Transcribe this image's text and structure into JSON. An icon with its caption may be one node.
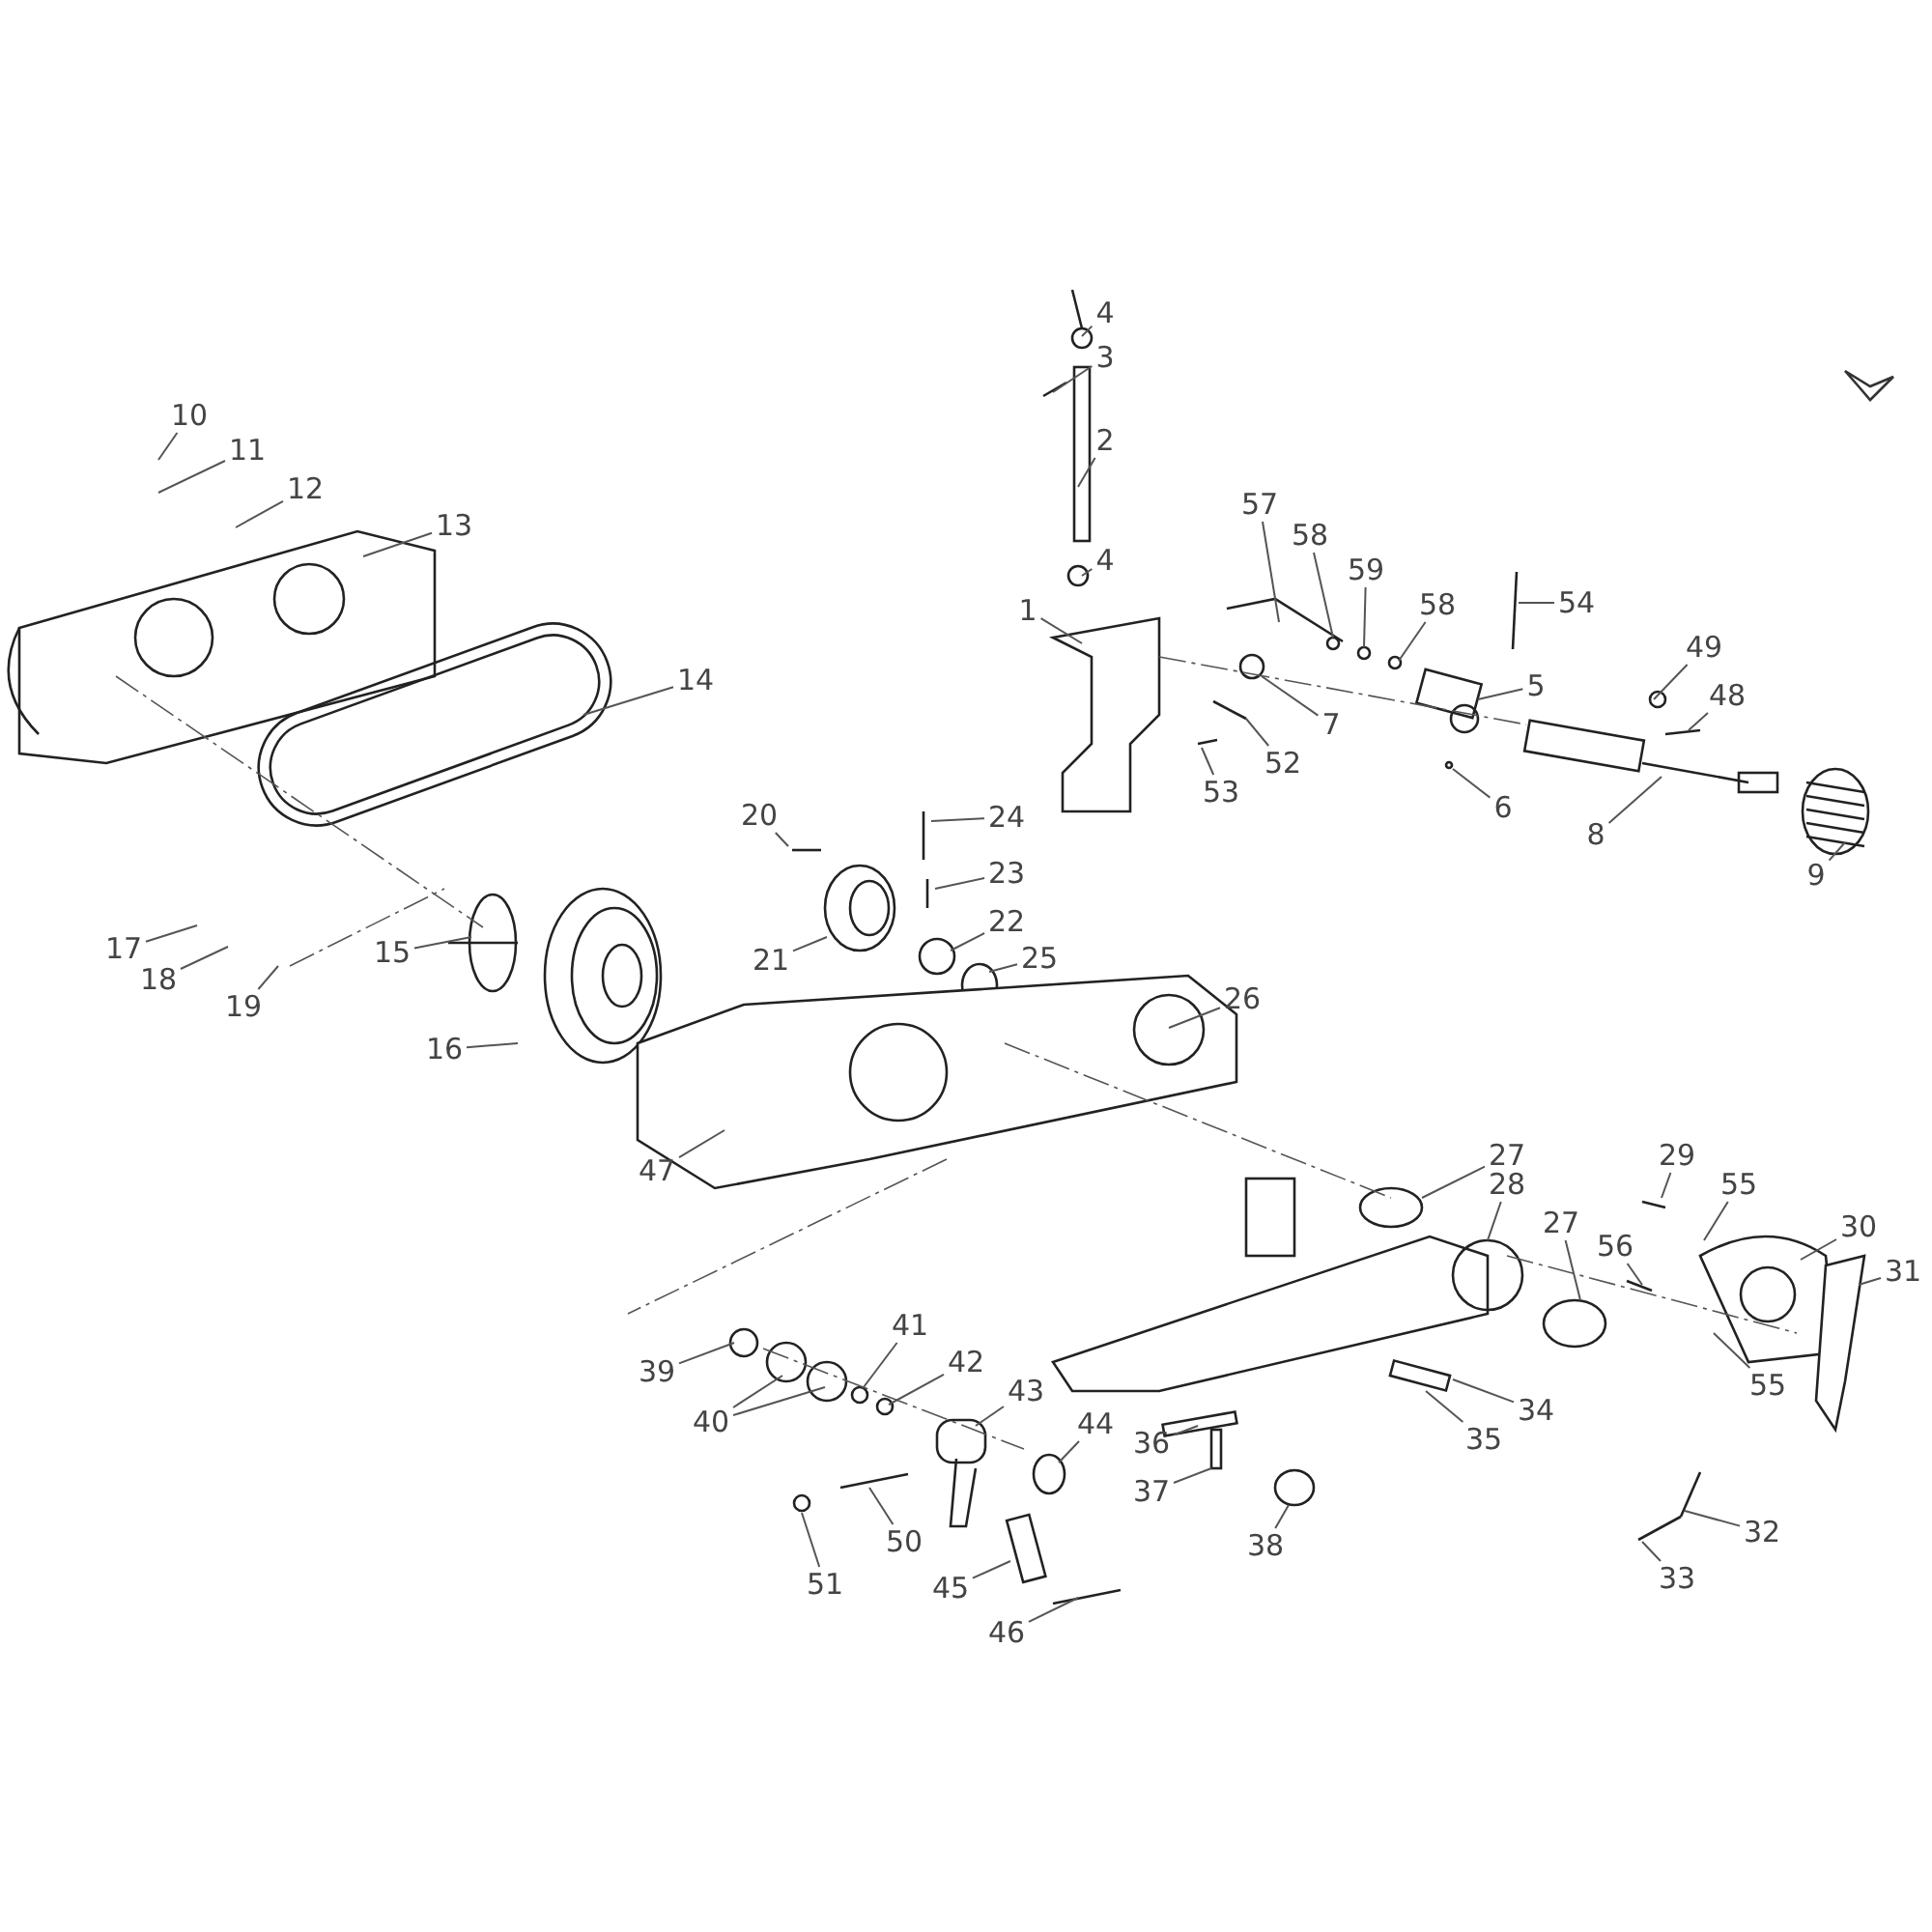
{
  "diagram": {
    "nodes": [
      {
        "text": [
          "4"
        ]
      },
      {
        "text": [
          "3"
        ]
      },
      {
        "text": [
          "2"
        ]
      },
      {
        "text": [
          "4"
        ]
      },
      {
        "text": [
          "10"
        ]
      },
      {
        "text": [
          "11"
        ]
      },
      {
        "text": [
          "12"
        ]
      },
      {
        "text": [
          "13"
        ]
      },
      {
        "text": [
          "1"
        ]
      },
      {
        "text": [
          "57"
        ]
      },
      {
        "text": [
          "58"
        ]
      },
      {
        "text": [
          "59"
        ]
      },
      {
        "text": [
          "58"
        ]
      },
      {
        "text": [
          "54"
        ]
      },
      {
        "text": [
          "14"
        ]
      },
      {
        "text": [
          "5"
        ]
      },
      {
        "text": [
          "7"
        ]
      },
      {
        "text": [
          "52"
        ]
      },
      {
        "text": [
          "53"
        ]
      },
      {
        "text": [
          "49"
        ]
      },
      {
        "text": [
          "48"
        ]
      },
      {
        "text": [
          "6"
        ]
      },
      {
        "text": [
          "8"
        ]
      },
      {
        "text": [
          "9"
        ]
      },
      {
        "text": [
          "24"
        ]
      },
      {
        "text": [
          "20"
        ]
      },
      {
        "text": [
          "23"
        ]
      },
      {
        "text": [
          "22"
        ]
      },
      {
        "text": [
          "17"
        ]
      },
      {
        "text": [
          "21"
        ]
      },
      {
        "text": [
          "25"
        ]
      },
      {
        "text": [
          "18"
        ]
      },
      {
        "text": [
          "15"
        ]
      },
      {
        "text": [
          "19"
        ]
      },
      {
        "text": [
          "26"
        ]
      },
      {
        "text": [
          "16"
        ]
      },
      {
        "text": [
          "47"
        ]
      },
      {
        "text": [
          "27"
        ]
      },
      {
        "text": [
          "28"
        ]
      },
      {
        "text": [
          "29"
        ]
      },
      {
        "text": [
          "55"
        ]
      },
      {
        "text": [
          "30"
        ]
      },
      {
        "text": [
          "31"
        ]
      },
      {
        "text": [
          "27"
        ]
      },
      {
        "text": [
          "56"
        ]
      },
      {
        "text": [
          "41"
        ]
      },
      {
        "text": [
          "39"
        ]
      },
      {
        "text": [
          "42"
        ]
      },
      {
        "text": [
          "55"
        ]
      },
      {
        "text": [
          "40"
        ]
      },
      {
        "text": [
          "43"
        ]
      },
      {
        "text": [
          "44"
        ]
      },
      {
        "text": [
          "34"
        ]
      },
      {
        "text": [
          "35"
        ]
      },
      {
        "text": [
          "36"
        ]
      },
      {
        "text": [
          "37"
        ]
      },
      {
        "text": [
          "38"
        ]
      },
      {
        "text": [
          "32"
        ]
      },
      {
        "text": [
          "33"
        ]
      },
      {
        "text": [
          "50"
        ]
      },
      {
        "text": [
          "51"
        ]
      },
      {
        "text": [
          "45"
        ]
      },
      {
        "text": [
          "46"
        ]
      }
    ],
    "edges": [
      {
        "from": 0,
        "to": null,
        "arrow": "none"
      },
      {
        "from": 1,
        "to": null,
        "arrow": "none"
      },
      {
        "from": 2,
        "to": null,
        "arrow": "none"
      },
      {
        "from": 3,
        "to": null,
        "arrow": "none"
      },
      {
        "from": 4,
        "to": null,
        "arrow": "none"
      },
      {
        "from": 5,
        "to": null,
        "arrow": "none"
      },
      {
        "from": 6,
        "to": null,
        "arrow": "none"
      },
      {
        "from": 7,
        "to": null,
        "arrow": "none"
      },
      {
        "from": 8,
        "to": null,
        "arrow": "none"
      },
      {
        "from": 9,
        "to": null,
        "arrow": "none"
      },
      {
        "from": 10,
        "to": null,
        "arrow": "none"
      },
      {
        "from": 11,
        "to": null,
        "arrow": "none"
      },
      {
        "from": 12,
        "to": null,
        "arrow": "none"
      },
      {
        "from": 13,
        "to": null,
        "arrow": "none"
      },
      {
        "from": 14,
        "to": null,
        "arrow": "none"
      },
      {
        "from": 15,
        "to": null,
        "arrow": "none"
      },
      {
        "from": 16,
        "to": null,
        "arrow": "none"
      },
      {
        "from": 17,
        "to": null,
        "arrow": "none"
      },
      {
        "from": 18,
        "to": null,
        "arrow": "none"
      },
      {
        "from": 19,
        "to": null,
        "arrow": "none"
      },
      {
        "from": 20,
        "to": null,
        "arrow": "none"
      },
      {
        "from": 21,
        "to": null,
        "arrow": "none"
      },
      {
        "from": 22,
        "to": null,
        "arrow": "none"
      },
      {
        "from": 23,
        "to": null,
        "arrow": "none"
      },
      {
        "from": 24,
        "to": null,
        "arrow": "none"
      },
      {
        "from": 25,
        "to": null,
        "arrow": "none"
      },
      {
        "from": 26,
        "to": null,
        "arrow": "none"
      },
      {
        "from": 27,
        "to": null,
        "arrow": "none"
      },
      {
        "from": 28,
        "to": null,
        "arrow": "none"
      },
      {
        "from": 29,
        "to": null,
        "arrow": "none"
      },
      {
        "from": 30,
        "to": null,
        "arrow": "none"
      },
      {
        "from": 31,
        "to": null,
        "arrow": "none"
      },
      {
        "from": 32,
        "to": null,
        "arrow": "none"
      },
      {
        "from": 33,
        "to": null,
        "arrow": "none"
      },
      {
        "from": 34,
        "to": null,
        "arrow": "none"
      },
      {
        "from": 35,
        "to": null,
        "arrow": "none"
      },
      {
        "from": 36,
        "to": null,
        "arrow": "none"
      },
      {
        "from": 37,
        "to": null,
        "arrow": "none"
      },
      {
        "from": 38,
        "to": null,
        "arrow": "none"
      },
      {
        "from": 39,
        "to": null,
        "arrow": "none"
      },
      {
        "from": 40,
        "to": null,
        "arrow": "none"
      },
      {
        "from": 41,
        "to": null,
        "arrow": "none"
      },
      {
        "from": 42,
        "to": null,
        "arrow": "none"
      },
      {
        "from": 43,
        "to": null,
        "arrow": "none"
      },
      {
        "from": 44,
        "to": null,
        "arrow": "none"
      },
      {
        "from": 45,
        "to": null,
        "arrow": "none"
      },
      {
        "from": 46,
        "to": null,
        "arrow": "none"
      },
      {
        "from": 47,
        "to": null,
        "arrow": "none"
      },
      {
        "from": 48,
        "to": null,
        "arrow": "none"
      },
      {
        "from": 49,
        "to": null,
        "arrow": "none"
      },
      {
        "from": 49,
        "to": null,
        "arrow": "none"
      },
      {
        "from": 50,
        "to": null,
        "arrow": "none"
      },
      {
        "from": 51,
        "to": null,
        "arrow": "none"
      },
      {
        "from": 52,
        "to": null,
        "arrow": "none"
      },
      {
        "from": 53,
        "to": null,
        "arrow": "none"
      },
      {
        "from": 54,
        "to": null,
        "arrow": "none"
      },
      {
        "from": 55,
        "to": null,
        "arrow": "none"
      },
      {
        "from": 56,
        "to": null,
        "arrow": "none"
      },
      {
        "from": 57,
        "to": null,
        "arrow": "none"
      },
      {
        "from": 58,
        "to": null,
        "arrow": "none"
      },
      {
        "from": 59,
        "to": null,
        "arrow": "none"
      },
      {
        "from": 60,
        "to": null,
        "arrow": "none"
      },
      {
        "from": 61,
        "to": null,
        "arrow": "none"
      },
      {
        "from": 62,
        "to": null,
        "arrow": "none"
      }
    ]
  }
}
